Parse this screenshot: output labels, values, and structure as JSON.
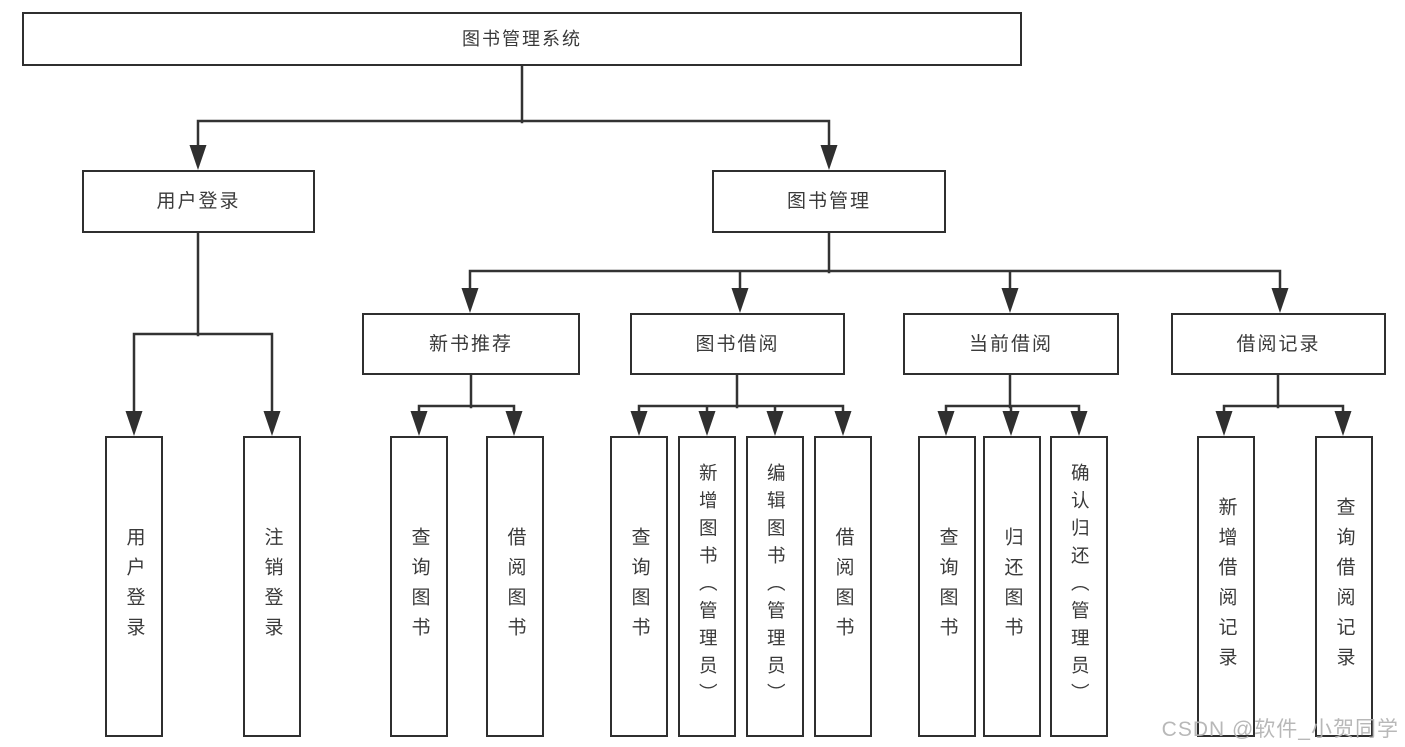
{
  "diagram_title": "图书管理系统",
  "nodes": {
    "root": {
      "label": "图书管理系统"
    },
    "user_login_group": {
      "label": "用户登录"
    },
    "book_mgmt": {
      "label": "图书管理"
    },
    "new_book_rec": {
      "label": "新书推荐"
    },
    "book_borrow": {
      "label": "图书借阅"
    },
    "current_borrow": {
      "label": "当前借阅"
    },
    "borrow_records": {
      "label": "借阅记录"
    },
    "leaf_user_login": {
      "label": "用户登录"
    },
    "leaf_logout": {
      "label": "注销登录"
    },
    "leaf_query_book_1": {
      "label": "查询图书"
    },
    "leaf_borrow_book_1": {
      "label": "借阅图书"
    },
    "leaf_query_book_2": {
      "label": "查询图书"
    },
    "leaf_add_book": {
      "label": "新增图书（管理员）"
    },
    "leaf_edit_book": {
      "label": "编辑图书（管理员）"
    },
    "leaf_borrow_book_2": {
      "label": "借阅图书"
    },
    "leaf_query_book_3": {
      "label": "查询图书"
    },
    "leaf_return_book": {
      "label": "归还图书"
    },
    "leaf_confirm_return": {
      "label": "确认归还（管理员）"
    },
    "leaf_add_borrow_record": {
      "label": "新增借阅记录"
    },
    "leaf_query_borrow_record": {
      "label": "查询借阅记录"
    }
  },
  "structure": {
    "root": [
      "user_login_group",
      "book_mgmt"
    ],
    "user_login_group": [
      "leaf_user_login",
      "leaf_logout"
    ],
    "book_mgmt": [
      "new_book_rec",
      "book_borrow",
      "current_borrow",
      "borrow_records"
    ],
    "new_book_rec": [
      "leaf_query_book_1",
      "leaf_borrow_book_1"
    ],
    "book_borrow": [
      "leaf_query_book_2",
      "leaf_add_book",
      "leaf_edit_book",
      "leaf_borrow_book_2"
    ],
    "current_borrow": [
      "leaf_query_book_3",
      "leaf_return_book",
      "leaf_confirm_return"
    ],
    "borrow_records": [
      "leaf_add_borrow_record",
      "leaf_query_borrow_record"
    ]
  },
  "watermark": {
    "text": "CSDN @软件_小贺同学"
  },
  "colors": {
    "line": "#333333",
    "box_border": "#2f2f2f",
    "text": "#3a3a3a",
    "watermark": "#b2b2b2",
    "background": "#ffffff"
  }
}
